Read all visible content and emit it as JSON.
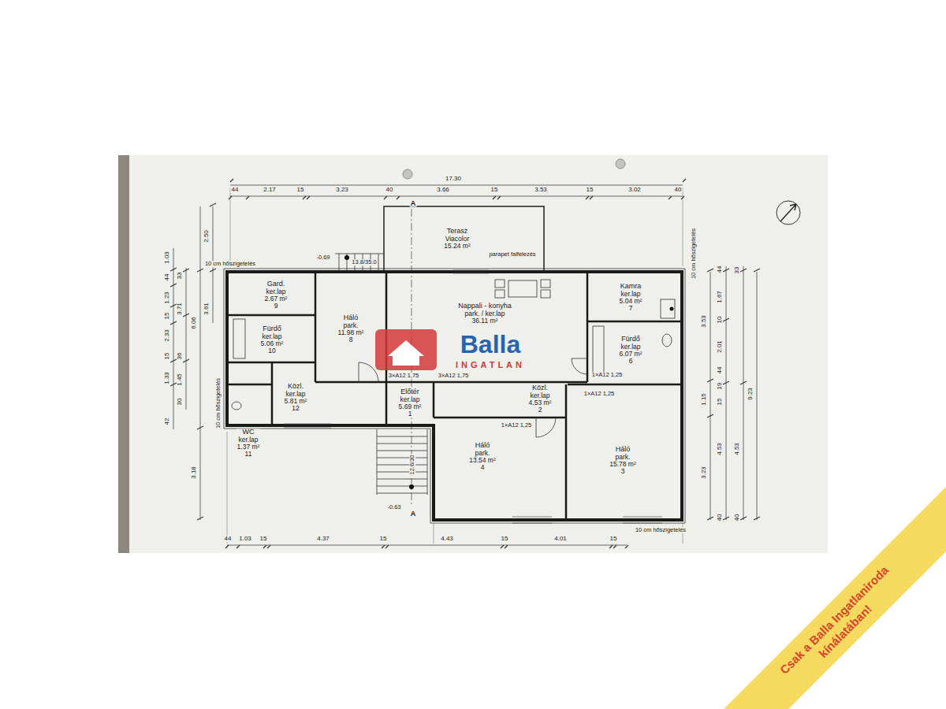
{
  "diagram": {
    "nodes": [
      {
        "text": [
          "Terasz",
          "Viacolor",
          "15.24 m²"
        ]
      },
      {
        "text": [
          "Gard.",
          "ker.lap",
          "2.67 m²",
          "9"
        ]
      },
      {
        "text": [
          "Háló",
          "park.",
          "11.98 m²",
          "8"
        ]
      },
      {
        "text": [
          "Nappali - konyha",
          "park. / ker.lap",
          "36.11 m²"
        ]
      },
      {
        "text": [
          "Kamra",
          "ker.lap",
          "5.04 m²",
          "7"
        ]
      },
      {
        "text": [
          "Fürdő",
          "ker.lap",
          "5.06 m²",
          "10"
        ]
      },
      {
        "text": [
          "Fürdő",
          "ker.lap",
          "6.07 m²",
          "6"
        ]
      },
      {
        "text": [
          "Közl.",
          "ker.lap",
          "5.81 m²",
          "12"
        ]
      },
      {
        "text": [
          "Előtér",
          "ker.lap",
          "5.69 m²",
          "1"
        ]
      },
      {
        "text": [
          "Közl.",
          "ker.lap",
          "4.53 m²",
          "2"
        ]
      },
      {
        "text": [
          "Háló",
          "park.",
          "13.54 m²",
          "4"
        ]
      },
      {
        "text": [
          "WC",
          "ker.lap",
          "1.37 m²",
          "11"
        ]
      },
      {
        "text": [
          "Háló",
          "park.",
          "15.78 m²",
          "3"
        ]
      }
    ],
    "labels": [
      "17.30",
      "44",
      "2.17",
      "15",
      "3.23",
      "40",
      "3.66",
      "15",
      "3.53",
      "15",
      "3.02",
      "40",
      "44",
      "1.03",
      "15",
      "4.37",
      "15",
      "4.43",
      "15",
      "4.01",
      "15",
      "2.50",
      "3.61",
      "6.06",
      "3.18",
      "33",
      "3.71",
      "36",
      "1.45",
      "30",
      "1.03",
      "44",
      "1.23",
      "15",
      "2.33",
      "15",
      "1.33",
      "42",
      "44",
      "1.67",
      "10",
      "2.01",
      "44",
      "19",
      "15",
      "4.53",
      "40",
      "33",
      "4.53",
      "40",
      "3.53",
      "1.15",
      "3.23",
      "9.23",
      "-0.69",
      "13.8/35.0",
      "-0.63",
      "12.6/30",
      "10 cm hőszigetelés",
      "10 cm hőszigetelés",
      "10 cm hőszigetelés",
      "10 cm hőszigetelés",
      "parapet falfelezés",
      "3×A12 1,75",
      "3×A12 1,75",
      "1×A12 1,25",
      "1×A12 1,25",
      "1×A12 1,25",
      "A",
      "A",
      "Balla",
      "INGATLAN",
      "Csak a Balla Ingatlaniroda kínálatában!"
    ]
  }
}
